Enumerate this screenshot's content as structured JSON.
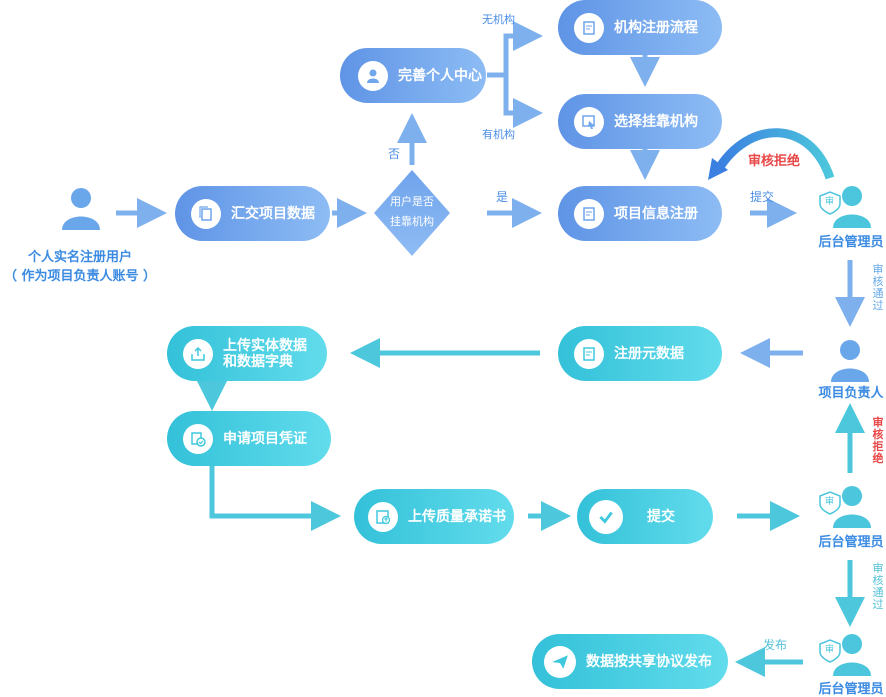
{
  "nodes": {
    "complete_profile": "完善个人中心",
    "org_register": "机构注册流程",
    "select_org": "选择挂靠机构",
    "project_info": "项目信息注册",
    "submit_project": "汇交项目数据",
    "decision": "用户是否\n挂靠机构",
    "register_meta": "注册元数据",
    "upload_entity": "上传实体数据\n和数据字典",
    "apply_cert": "申请项目凭证",
    "upload_quality": "上传质量承诺书",
    "submit": "提交",
    "publish": "数据按共享协议发布"
  },
  "labels": {
    "no_org": "无机构",
    "has_org": "有机构",
    "no": "否",
    "yes": "是",
    "review_reject_top": "审核拒绝",
    "submit_to_admin": "提交",
    "review_pass_1": "审核通过",
    "review_reject_right": "审核拒绝",
    "review_pass_2": "审核通过",
    "publish_label": "发布"
  },
  "roles": {
    "user_line1": "个人实名注册用户",
    "user_line2": "（ 作为项目负责人账号 ）",
    "admin_1": "后台管理员",
    "project_lead": "项目负责人",
    "admin_2": "后台管理员",
    "admin_3": "后台管理员",
    "badge": "审"
  },
  "colors": {
    "blue": "#6fa6ec",
    "teal": "#3fc8dd",
    "reject": "#e84848"
  }
}
